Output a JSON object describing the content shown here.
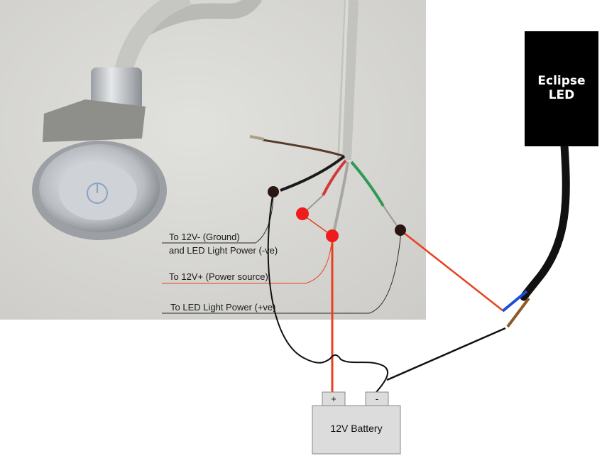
{
  "labels": {
    "ground_line1": "To 12V- (Ground)",
    "ground_line2": "and LED Light Power (-ve)",
    "power_source": "To 12V+ (Power source)",
    "led_power": "To LED Light Power (+ve)"
  },
  "led": {
    "line1": "Eclipse",
    "line2": "LED"
  },
  "battery": {
    "label": "12V Battery",
    "positive": "+",
    "negative": "-"
  },
  "colors": {
    "red_wire": "#e8401e",
    "black_wire": "#111111",
    "blue_wire": "#1f4fd8",
    "brown_wire": "#8b5a2b",
    "photo_bg": "#d7d6d2"
  }
}
